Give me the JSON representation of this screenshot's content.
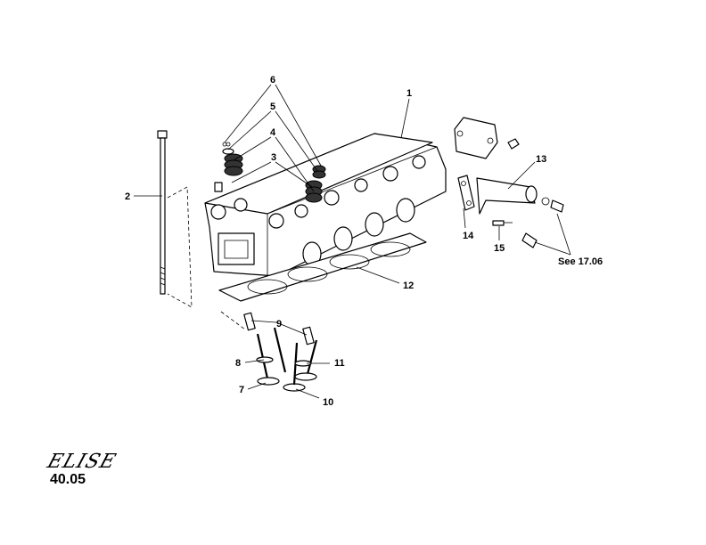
{
  "diagram": {
    "callouts": {
      "c1": "1",
      "c2": "2",
      "c3": "3",
      "c4": "4",
      "c5": "5",
      "c6": "6",
      "c7": "7",
      "c8": "8",
      "c9": "9",
      "c10": "10",
      "c11": "11",
      "c12": "12",
      "c13": "13",
      "c14": "14",
      "c15": "15",
      "see_ref": "See 17.06"
    }
  },
  "footer": {
    "logo_text": "ELISE",
    "page_number": "40.05"
  }
}
